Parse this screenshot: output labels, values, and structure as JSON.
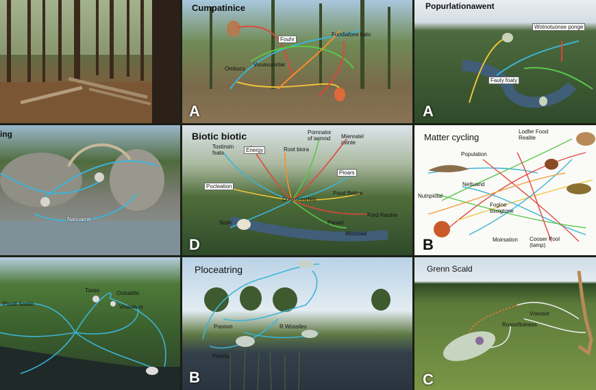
{
  "panels": {
    "p2": {
      "title": "Cumpatinice",
      "letter": "A",
      "labels": [
        "Fouhr",
        "Fuodiafons\nbato",
        "Ombucs",
        "Vuuasuostiar"
      ]
    },
    "p3": {
      "title": "Popurlationawent",
      "letter": "A",
      "labels": [
        "Wotnotuonse ponge",
        "Fauly foaty"
      ]
    },
    "p4": {
      "title": "ing",
      "labels": [
        "Nanuame"
      ]
    },
    "p5": {
      "title": "Biotic biotic",
      "letter": "D",
      "labels": [
        "Tostinsin\nfsats",
        "Energy",
        "Root biora",
        "Pomnator\nof iarmnd",
        "Mienratel\ncvinte",
        "Pioars",
        "Pocleation",
        "Drepstresrfeis",
        "Pood Betice",
        "Ford Raolne",
        "Sodo",
        "Paoart",
        "Wocfoad"
      ]
    },
    "p6": {
      "title": "Matter cycling",
      "letter": "B",
      "labels": [
        "Lodfer Food\nRealite",
        "Population",
        "Nettuand",
        "Nutnpiotal",
        "Fogine\nbsoigtone",
        "Moirsation",
        "Cooser Pool\n(tamp)"
      ]
    },
    "p7": {
      "labels": [
        "Poodt Sostio",
        "Tooso",
        "Oulsaldio",
        "Vouiaiaso"
      ]
    },
    "p8": {
      "title": "Ploceatring",
      "letter": "B",
      "labels": [
        "Poonon",
        "R Wossiles",
        "Plantta"
      ]
    },
    "p9": {
      "title": "Grenn Scald",
      "letter": "C",
      "labels": [
        "Vnessor",
        "Rosooftoiness"
      ]
    }
  }
}
